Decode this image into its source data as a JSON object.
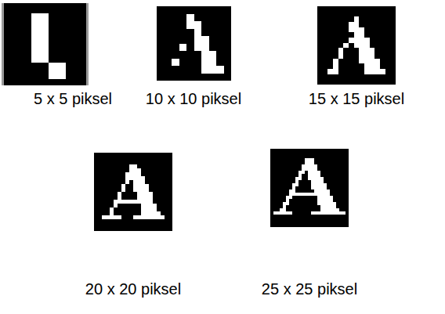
{
  "diagram": {
    "labels": [
      "5 x 5 piksel",
      "10 x 10 piksel",
      "15 x 15 piksel",
      "20 x 20 piksel",
      "25 x 25 piksel"
    ]
  }
}
